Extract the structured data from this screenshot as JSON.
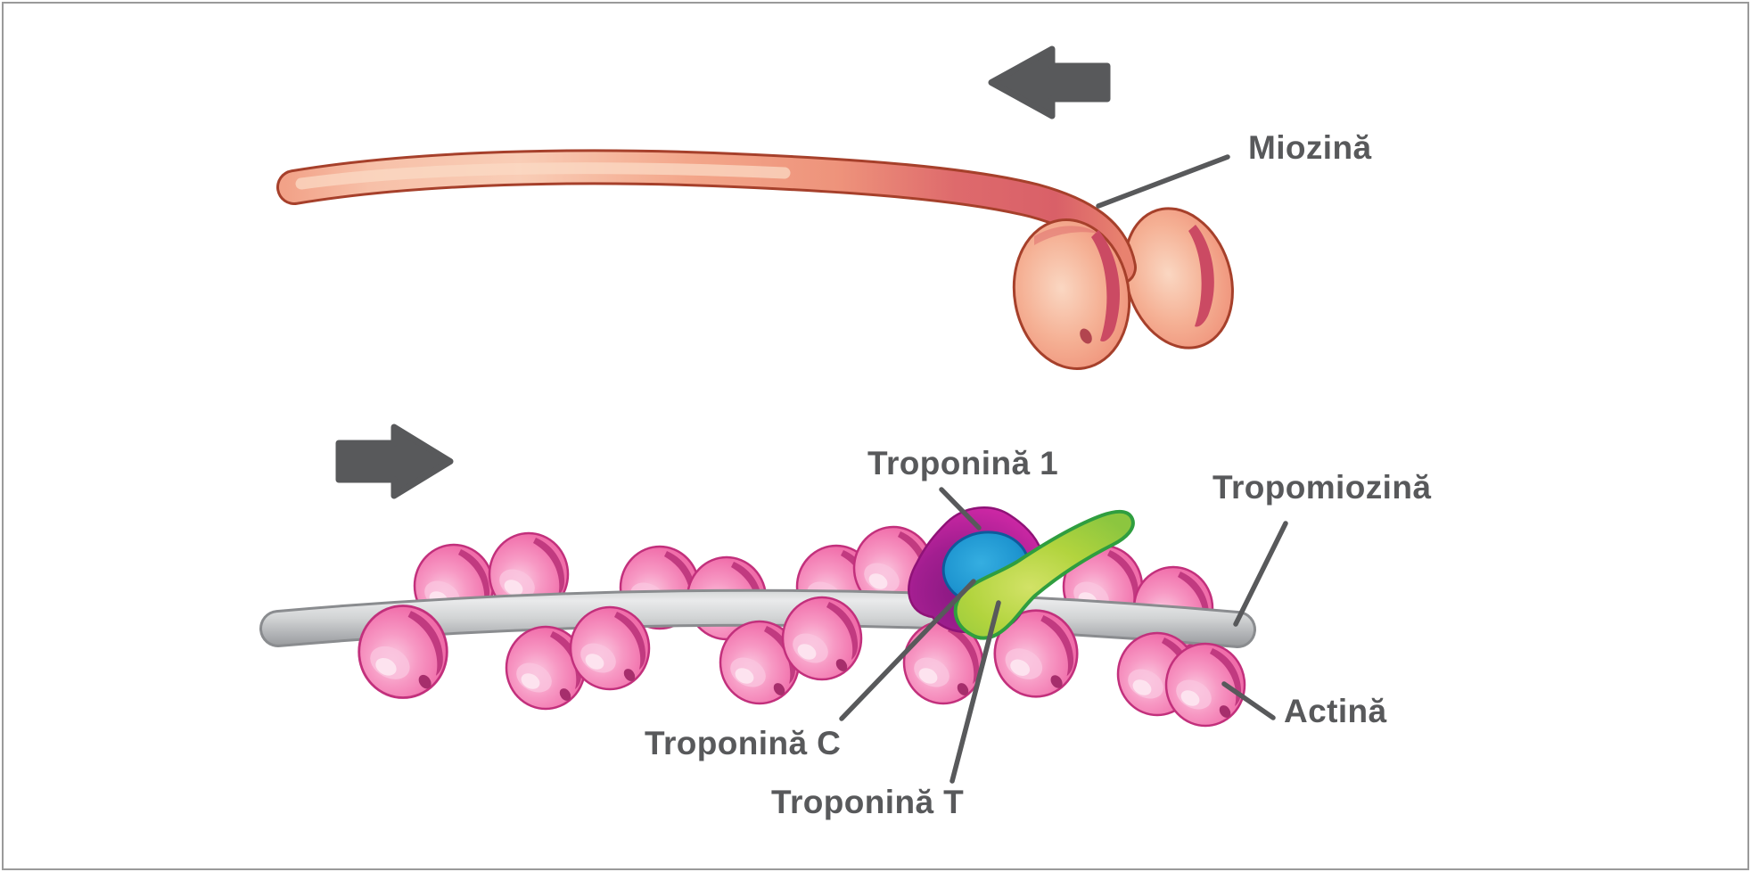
{
  "diagram": {
    "labels": {
      "miozina": "Miozină",
      "troponina_1": "Troponină 1",
      "tropomiozina": "Tropomiozină",
      "troponina_c": "Troponină C",
      "troponina_t": "Troponină T",
      "actina": "Actină"
    },
    "icons": {
      "top_arrow": "arrow-left",
      "bottom_arrow": "arrow-right"
    },
    "colors": {
      "background": "#FFFFFF",
      "frame_border": "#9A9A9A",
      "label_text": "#58595B",
      "arrow": "#58595B",
      "leader_line": "#58595B",
      "myosin_body": "#F3A68A",
      "myosin_highlight": "#FBD9C4",
      "myosin_shadow": "#CB4A63",
      "myosin_outline": "#A6402B",
      "actin_sphere": "#F06CA8",
      "actin_sphere_highlight": "#FBCEE3",
      "actin_sphere_shadow": "#C13A80",
      "actin_outline": "#C2307C",
      "tropomyosin_body": "#C8CACC",
      "tropomyosin_outline": "#8A8C8F",
      "troponin_1_fill": "#B11F96",
      "troponin_1_edge": "#D429A8",
      "troponin_c_fill": "#1E95D0",
      "troponin_c_outline": "#0E5A9C",
      "troponin_t_fill": "#B2D43E",
      "troponin_t_outline": "#2F9E3F"
    }
  }
}
